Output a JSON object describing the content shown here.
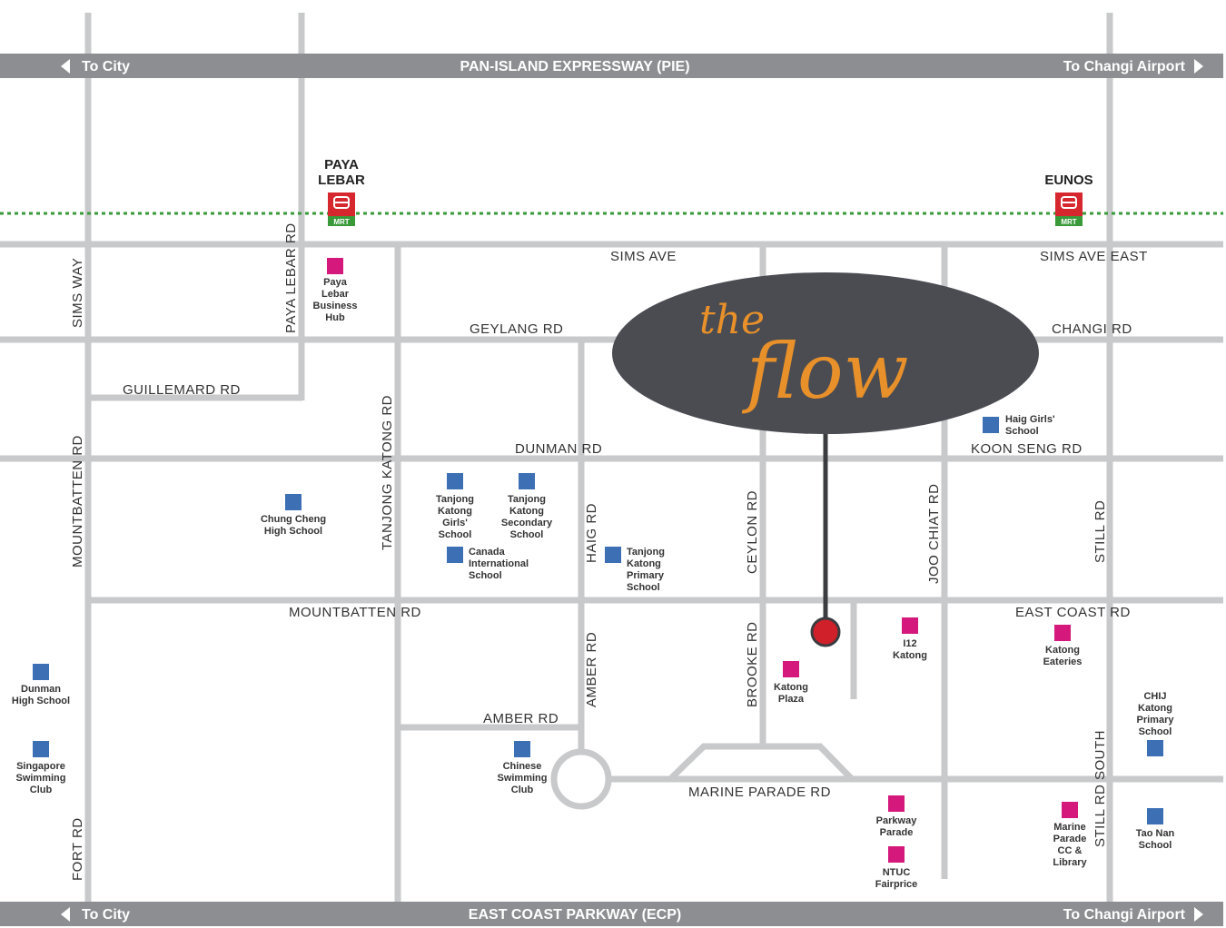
{
  "expressways": {
    "top": {
      "name": "PAN-ISLAND  EXPRESSWAY  (PIE)",
      "left": "To City",
      "right": "To Changi Airport"
    },
    "bottom": {
      "name": "EAST  COAST  PARKWAY  (ECP)",
      "left": "To City",
      "right": "To Changi Airport"
    }
  },
  "stations": {
    "paya_lebar": {
      "line1": "PAYA",
      "line2": "LEBAR",
      "badge": "MRT"
    },
    "eunos": {
      "line1": "EUNOS",
      "badge": "MRT"
    }
  },
  "roads": {
    "sims_ave": "SIMS  AVE",
    "sims_ave_east": "SIMS  AVE  EAST",
    "geylang_rd": "GEYLANG  RD",
    "changi_rd": "CHANGI  RD",
    "guillemard_rd": "GUILLEMARD  RD",
    "dunman_rd": "DUNMAN  RD",
    "koon_seng_rd": "KOON  SENG  RD",
    "mountbatten_rd_h": "MOUNTBATTEN  RD",
    "east_coast_rd": "EAST  COAST  RD",
    "amber_rd_h": "AMBER  RD",
    "marine_parade_rd": "MARINE  PARADE  RD",
    "sims_way": "SIMS  WAY",
    "paya_lebar_rd": "PAYA  LEBAR  RD",
    "mountbatten_rd_v": "MOUNTBATTEN  RD",
    "tanjong_katong_rd": "TANJONG  KATONG  RD",
    "haig_rd": "HAIG  RD",
    "amber_rd_v": "AMBER  RD",
    "ceylon_rd": "CEYLON  RD",
    "brooke_rd": "BROOKE  RD",
    "joo_chiat_rd": "JOO  CHIAT  RD",
    "still_rd": "STILL  RD",
    "still_rd_south": "STILL  RD  SOUTH",
    "fort_rd": "FORT  RD"
  },
  "brand": {
    "the": "the",
    "flow": "flow"
  },
  "pois": {
    "paya_lebar_hub": [
      "Paya",
      "Lebar",
      "Business",
      "Hub"
    ],
    "haig_girls": [
      "Haig Girls'",
      "School"
    ],
    "chung_cheng": [
      "Chung Cheng",
      "High School"
    ],
    "tk_girls": [
      "Tanjong",
      "Katong",
      "Girls'",
      "School"
    ],
    "tk_secondary": [
      "Tanjong",
      "Katong",
      "Secondary",
      "School"
    ],
    "canada_intl": [
      "Canada",
      "International",
      "School"
    ],
    "tk_primary": [
      "Tanjong",
      "Katong",
      "Primary",
      "School"
    ],
    "dunman_high": [
      "Dunman",
      "High School"
    ],
    "singapore_swimming": [
      "Singapore",
      "Swimming",
      "Club"
    ],
    "chinese_swimming": [
      "Chinese",
      "Swimming",
      "Club"
    ],
    "katong_plaza": [
      "Katong",
      "Plaza"
    ],
    "i12_katong": [
      "I12",
      "Katong"
    ],
    "katong_eateries": [
      "Katong",
      "Eateries"
    ],
    "chij_katong": [
      "CHIJ",
      "Katong",
      "Primary",
      "School"
    ],
    "parkway_parade": [
      "Parkway",
      "Parade"
    ],
    "ntuc_fairprice": [
      "NTUC",
      "Fairprice"
    ],
    "marine_parade_cc": [
      "Marine",
      "Parade",
      "CC &",
      "Library"
    ],
    "tao_nan": [
      "Tao Nan",
      "School"
    ]
  },
  "colors": {
    "road": "#c8c9cb",
    "expressway": "#8c8e91",
    "mrt_line": "#3a9a3a",
    "school_marker": "#3d6fb5",
    "amenity_marker": "#d4187c",
    "mrt_station": "#d6262e",
    "brand_bubble": "#4a4c52",
    "brand_text": "#e8902a",
    "location_pin": "#d0202a"
  }
}
